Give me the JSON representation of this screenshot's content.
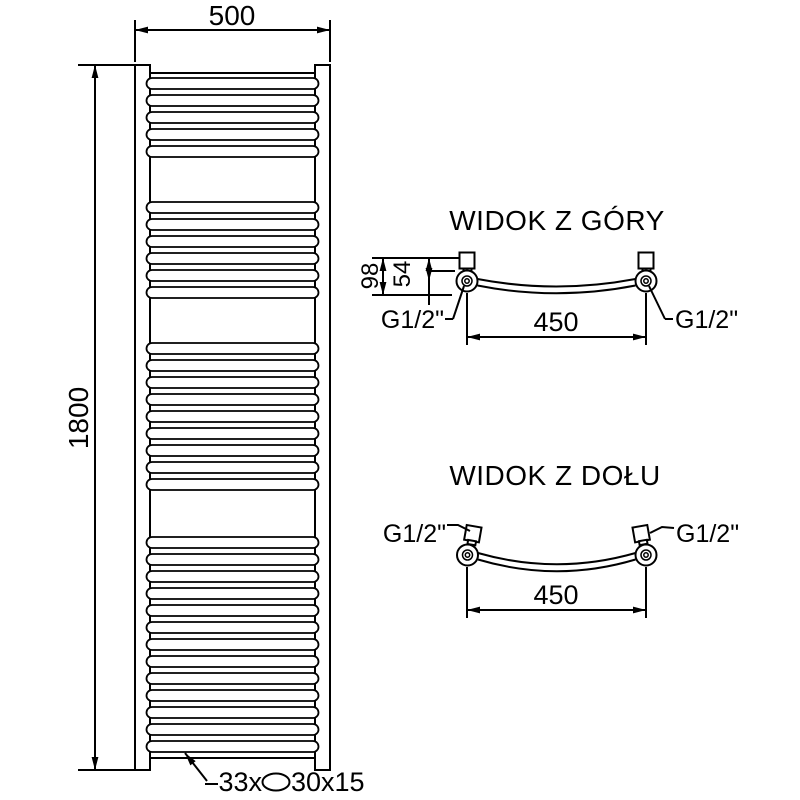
{
  "front_view": {
    "width_dim": "500",
    "height_dim": "1800",
    "rung_groups": [
      5,
      6,
      9,
      13
    ],
    "rung_note": {
      "count": "33x",
      "profile": "30x15"
    }
  },
  "top_view": {
    "title": "WIDOK Z GÓRY",
    "depth_dim": "98",
    "axis_depth_dim": "54",
    "span_dim": "450",
    "left_fitting": "G1/2\"",
    "right_fitting": "G1/2\""
  },
  "bottom_view": {
    "title": "WIDOK Z DOŁU",
    "span_dim": "450",
    "left_fitting": "G1/2\"",
    "right_fitting": "G1/2\""
  },
  "colors": {
    "line": "#000000",
    "background": "#ffffff"
  }
}
